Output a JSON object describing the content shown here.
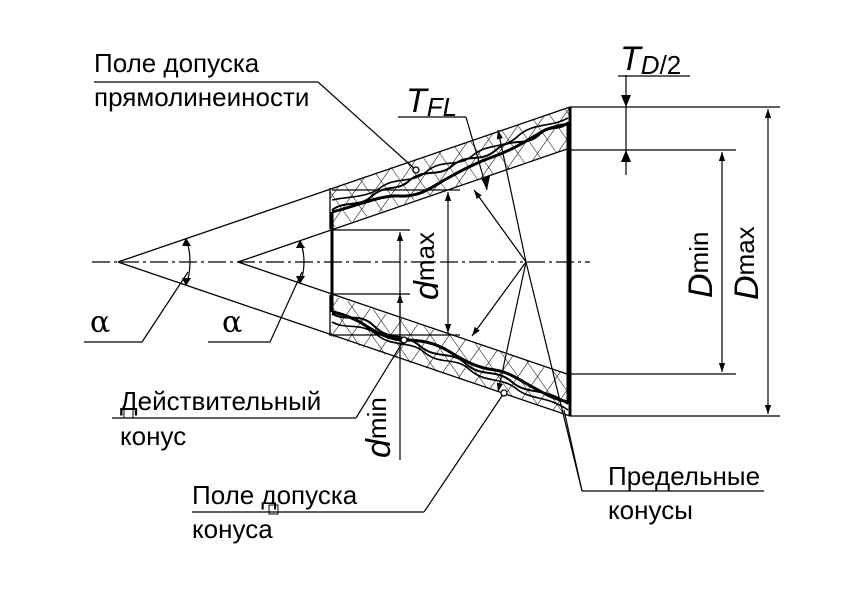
{
  "labels": {
    "straightness_tolerance_l1": "Поле допуска",
    "straightness_tolerance_l2": "прямолинеиности",
    "actual_cone_l1": "Действительный",
    "actual_cone_l2": "конус",
    "cone_tolerance_l1": "Поле допуска",
    "cone_tolerance_l2": "конуса",
    "limit_cones_l1": "Предельные",
    "limit_cones_l2": "конусы"
  },
  "symbols": {
    "td_main": "T",
    "td_sub": "D",
    "td_tail": "/2",
    "tfl_main": "T",
    "tfl_sub": "FL",
    "alpha_left": "α",
    "alpha_right": "α",
    "dmax_main": "d",
    "dmax_sub": "max",
    "dmin_main": "d",
    "dmin_sub": "min",
    "Dmin_main": "D",
    "Dmin_sub": "min",
    "Dmax_main": "D",
    "Dmax_sub": "max"
  }
}
